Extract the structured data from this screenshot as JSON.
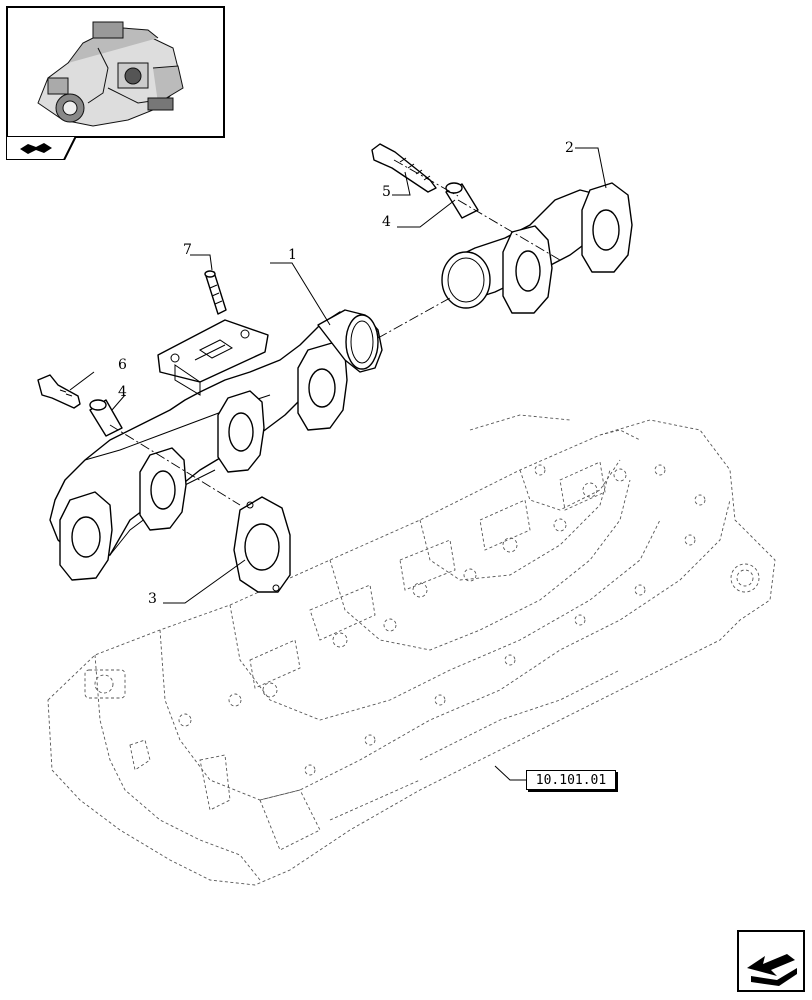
{
  "callouts": {
    "c1": "1",
    "c2": "2",
    "c3": "3",
    "c4a": "4",
    "c4b": "4",
    "c5": "5",
    "c6": "6",
    "c7": "7"
  },
  "reference": {
    "label": "10.101.01"
  },
  "icons": {
    "thumbnail": "engine-thumbnail-icon",
    "tab": "assembly-tab-icon",
    "nav": "next-page-arrow-icon"
  },
  "colors": {
    "line": "#000000",
    "ghost": "#555555",
    "background": "#ffffff"
  }
}
